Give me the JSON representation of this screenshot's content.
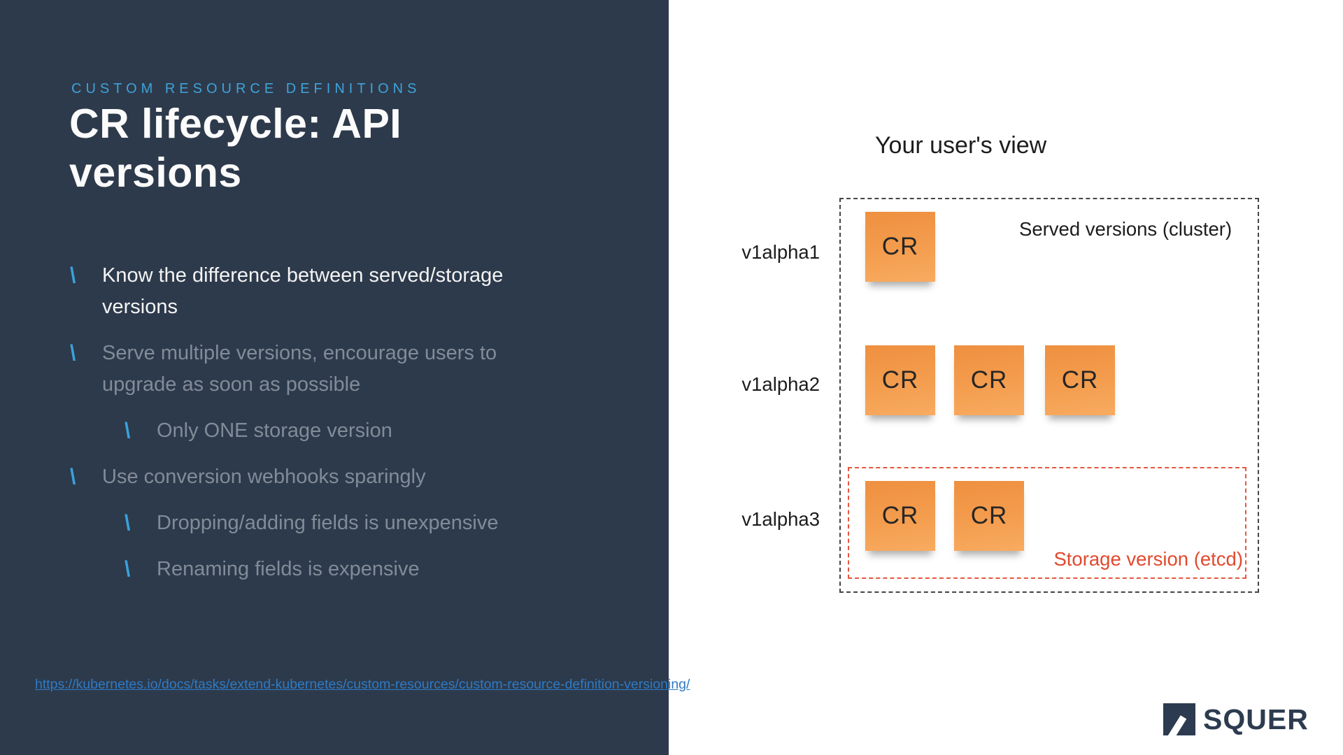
{
  "slide": {
    "eyebrow": "CUSTOM RESOURCE DEFINITIONS",
    "title": "CR lifecycle: API versions",
    "marker": "\\",
    "bullets": [
      {
        "text": "Know the difference between served/storage versions",
        "level": 1,
        "tone": "bright"
      },
      {
        "text": "Serve multiple versions, encourage users to upgrade as soon as possible",
        "level": 1,
        "tone": "dim"
      },
      {
        "text": "Only ONE storage version",
        "level": 2,
        "tone": "dim"
      },
      {
        "text": "Use conversion webhooks sparingly",
        "level": 1,
        "tone": "dim"
      },
      {
        "text": "Dropping/adding fields is unexpensive",
        "level": 2,
        "tone": "dim"
      },
      {
        "text": "Renaming fields is expensive",
        "level": 2,
        "tone": "dim"
      }
    ],
    "source_link": "https://kubernetes.io/docs/tasks/extend-kubernetes/custom-resources/custom-resource-definition-versioning/"
  },
  "diagram": {
    "title": "Your user's view",
    "served_box_label": "Served versions (cluster)",
    "storage_box_label": "Storage version (etcd)",
    "note_label": "CR",
    "rows": [
      {
        "version": "v1alpha1",
        "note_count": 1,
        "in_storage": false
      },
      {
        "version": "v1alpha2",
        "note_count": 3,
        "in_storage": false
      },
      {
        "version": "v1alpha3",
        "note_count": 2,
        "in_storage": true
      }
    ]
  },
  "branding": {
    "logo_text": "SQUER"
  },
  "colors": {
    "panel_bg": "#2d3a4b",
    "accent_blue": "#3aa2db",
    "link_blue": "#2e7ac5",
    "note_orange": "#f49d4e",
    "storage_red": "#e2492e",
    "logo_navy": "#2d3b50",
    "bright_text": "#f4f4f4",
    "dim_text": "#828b98"
  }
}
